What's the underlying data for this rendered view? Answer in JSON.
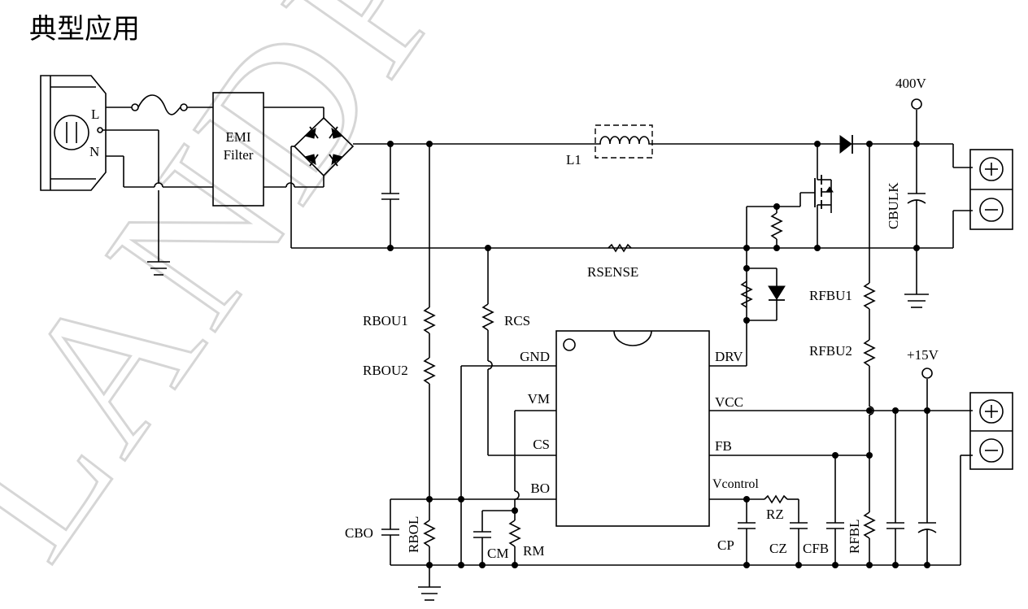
{
  "title": "典型应用",
  "watermark": "LANDP PREL",
  "blocks": {
    "emi": [
      "EMI",
      "Filter"
    ],
    "ic_pins_left": [
      "GND",
      "VM",
      "CS",
      "BO"
    ],
    "ic_pins_right": [
      "DRV",
      "VCC",
      "FB",
      "Vcontrol"
    ]
  },
  "labels": {
    "line": "L",
    "neutral": "N",
    "l1": "L1",
    "v400": "400V",
    "v15": "+15V",
    "rsense": "RSENSE",
    "cbulk": "CBULK",
    "rbou1": "RBOU1",
    "rbou2": "RBOU2",
    "rcs": "RCS",
    "rfbu1": "RFBU1",
    "rfbu2": "RFBU2",
    "cbo": "CBO",
    "rbol": "RBOL",
    "cm": "CM",
    "rm": "RM",
    "cp": "CP",
    "rz": "RZ",
    "cz": "CZ",
    "cfb": "CFB",
    "rfbl": "RFBL"
  },
  "colors": {
    "wire": "#000000",
    "watermark": "#b5b5b5"
  }
}
